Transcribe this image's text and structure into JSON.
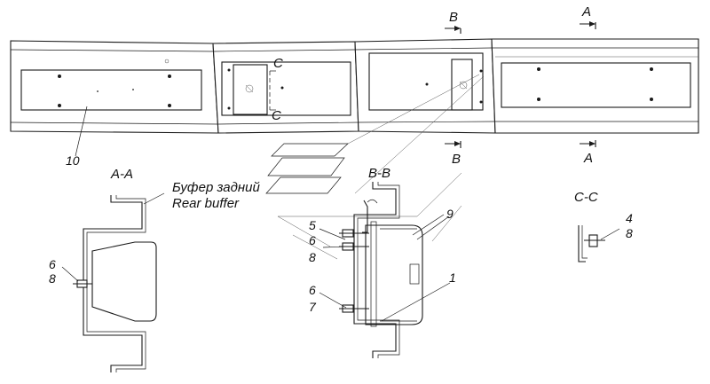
{
  "section_labels": {
    "aa": "A-A",
    "bb": "B-B",
    "cc": "C-C"
  },
  "cut_markers": {
    "a": "A",
    "b": "B",
    "c": "C"
  },
  "buffer_label": {
    "ru": "Буфер задний",
    "en": "Rear buffer"
  },
  "callouts": {
    "p10": "10",
    "aa_6": "6",
    "aa_8": "8",
    "bb_5": "5",
    "bb_6a": "6",
    "bb_8": "8",
    "bb_6b": "6",
    "bb_7": "7",
    "bb_9": "9",
    "bb_1": "1",
    "cc_4": "4",
    "cc_8": "8"
  },
  "colors": {
    "line": "#1a1a1a",
    "background": "#ffffff"
  }
}
